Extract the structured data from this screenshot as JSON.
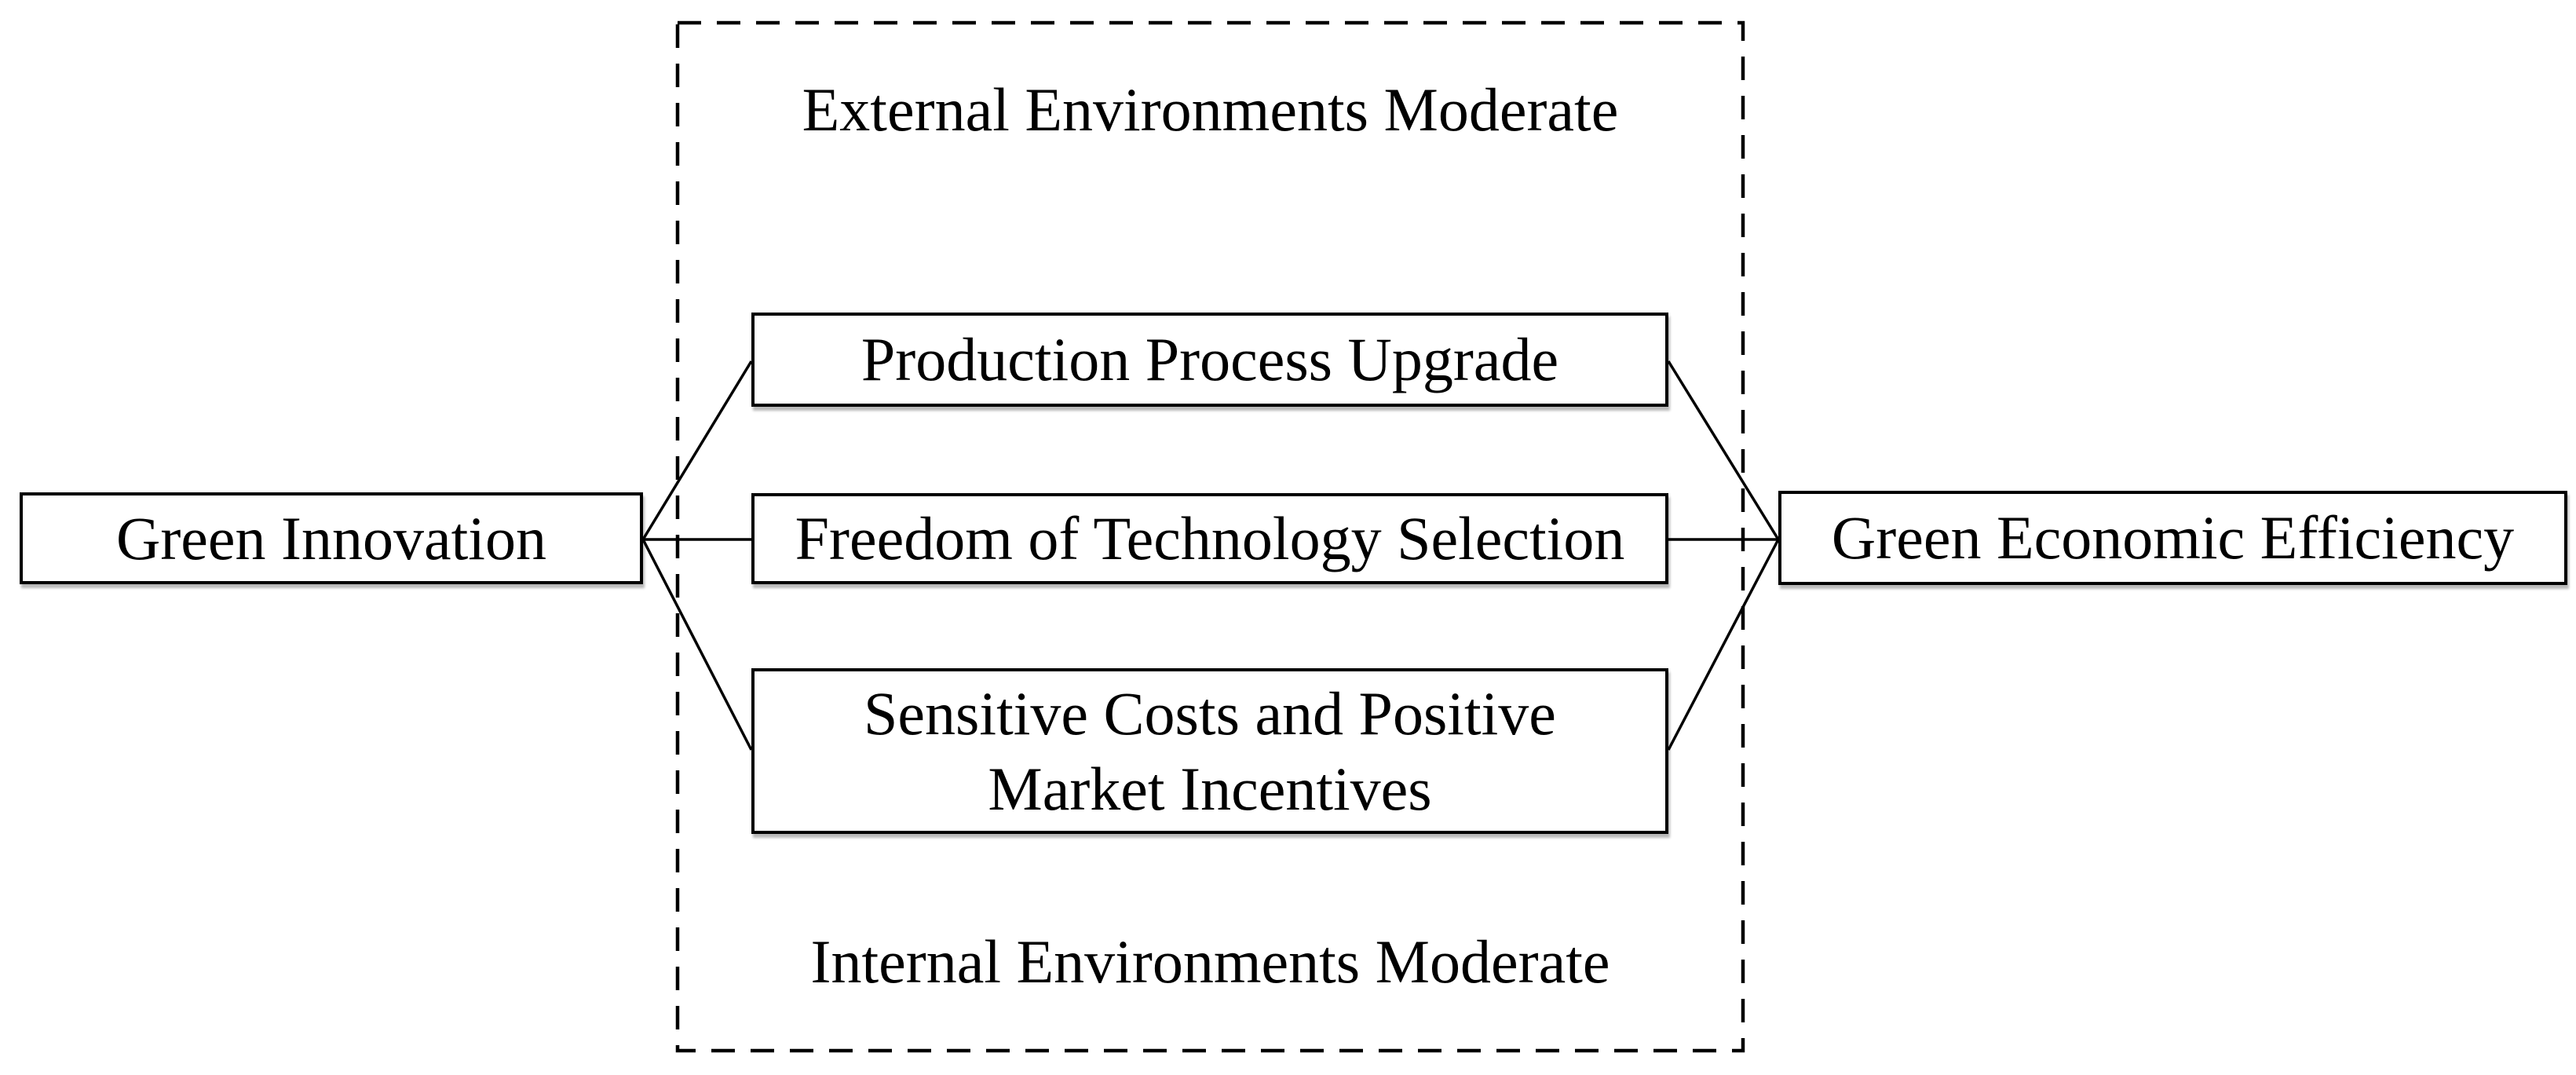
{
  "diagram": {
    "colors": {
      "background": "#ffffff",
      "line": "#000000",
      "text": "#000000"
    },
    "nodes": {
      "green_innovation": {
        "label": "Green Innovation"
      },
      "production_process_upgrade": {
        "label": "Production Process Upgrade"
      },
      "freedom_of_technology_selection": {
        "label": "Freedom of Technology Selection"
      },
      "sensitive_costs_and_positive_market_incentives": {
        "label": "Sensitive Costs and Positive Market Incentives"
      },
      "green_economic_efficiency": {
        "label": "Green Economic Efficiency"
      }
    },
    "moderators": {
      "external": {
        "label": "External Environments Moderate"
      },
      "internal": {
        "label": "Internal Environments Moderate"
      }
    }
  }
}
